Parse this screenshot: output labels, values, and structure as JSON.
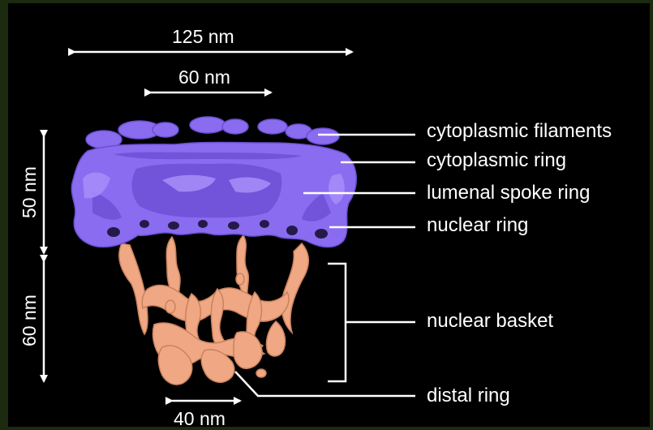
{
  "colors": {
    "background": "#000000",
    "border": "#1c2a10",
    "nuclear_pore_structure": "#8a6cf0",
    "nuclear_basket_structure": "#f0a884",
    "annotation": "#ffffff"
  },
  "dimensions": {
    "top_width": "125 nm",
    "inner_width": "60 nm",
    "ring_height": "50 nm",
    "basket_height": "60 nm",
    "distal_width": "40 nm"
  },
  "labels": {
    "cytoplasmic_filaments": "cytoplasmic filaments",
    "cytoplasmic_ring": "cytoplasmic ring",
    "lumenal_spoke_ring": "lumenal spoke ring",
    "nuclear_ring": "nuclear ring",
    "nuclear_basket": "nuclear basket",
    "distal_ring": "distal ring"
  }
}
